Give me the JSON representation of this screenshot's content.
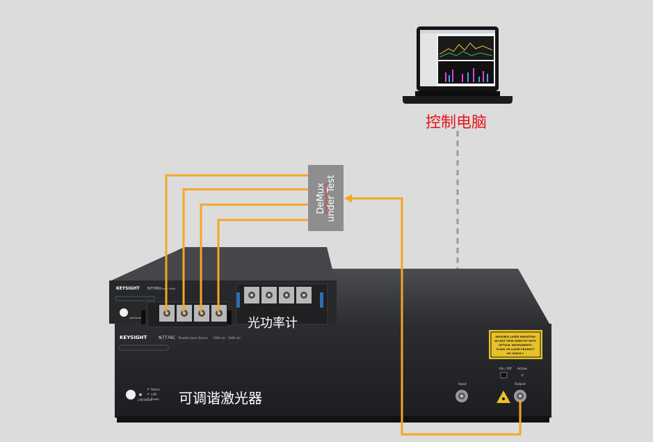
{
  "laptop": {
    "label": "控制电脑"
  },
  "power_meter": {
    "label": "光功率计",
    "brand": "KEYSIGHT",
    "model": "N7745C",
    "model_desc": "Power Meter",
    "lan_reset": "LAN Reset"
  },
  "laser_source": {
    "label": "可调谐激光器",
    "brand": "KEYSIGHT",
    "model": "N7776C",
    "model_desc": "Tunable Laser Source",
    "range": "1490 nm - 1640 nm",
    "status_lines": [
      "Status",
      "LAN",
      "Power"
    ],
    "lan_reset": "LAN Reset",
    "on_off": "On / Off",
    "active": "Active",
    "input": "Input",
    "output": "Output",
    "warning_lines": [
      "INVISIBLE LASER RADIATION",
      "DO NOT VIEW DIRECTLY WITH",
      "OPTICAL INSTRUMENTS",
      "CLASS 1M LASER PRODUCT",
      "IEC 60825-1"
    ]
  },
  "dut": {
    "line1": "DeMux",
    "line2": "under Test"
  },
  "colors": {
    "fiber": "#f5a623",
    "label_red": "#e8131b",
    "dut_bg": "#8e8e8e"
  }
}
